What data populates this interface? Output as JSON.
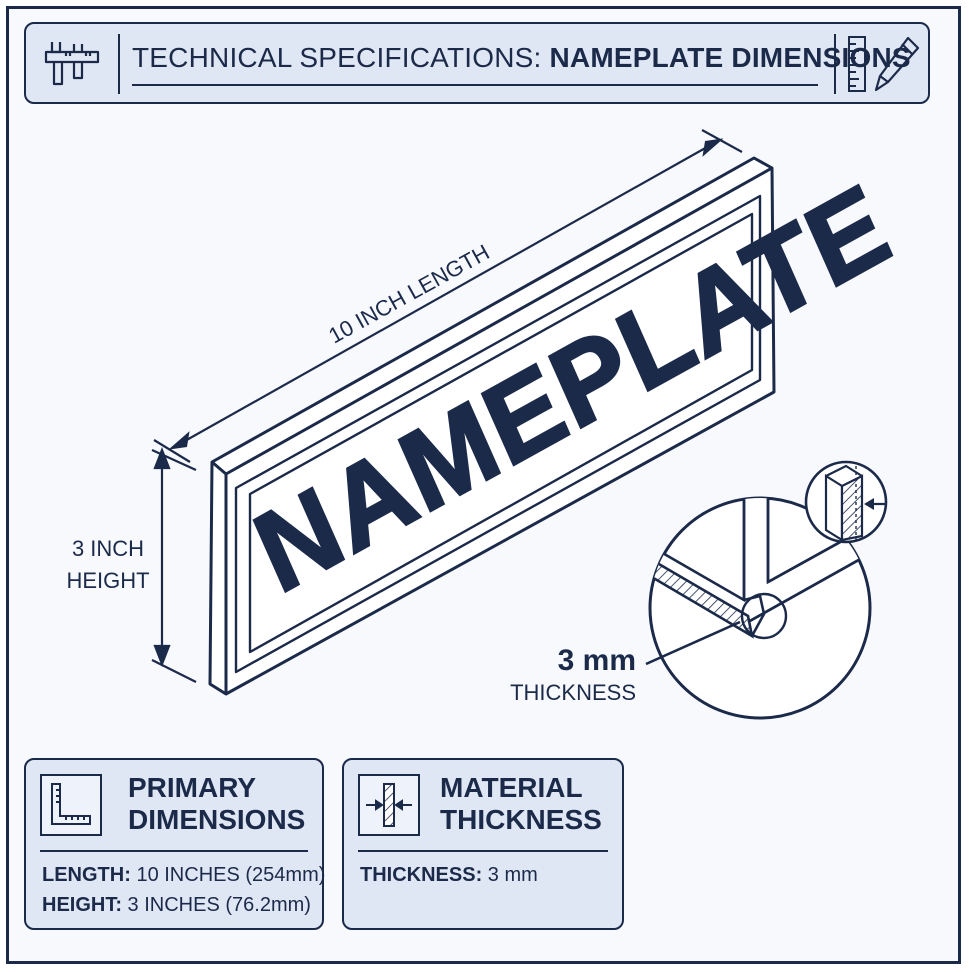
{
  "header": {
    "title_regular": "TECHNICAL SPECIFICATIONS: ",
    "title_bold": "NAMEPLATE DIMENSIONS",
    "left_icon": "caliper-icon",
    "right_icons": [
      "ruler-icon",
      "pencil-icon"
    ]
  },
  "diagram": {
    "plate_text": "NAMEPLATE",
    "length_label": "10 INCH LENGTH",
    "height_label_line1": "3 INCH",
    "height_label_line2": "HEIGHT",
    "thickness_value": "3 mm",
    "thickness_label": "THICKNESS"
  },
  "cards": {
    "primary": {
      "icon": "set-square-icon",
      "title_line1": "PRIMARY",
      "title_line2": "DIMENSIONS",
      "length_key": "LENGTH:",
      "length_value": " 10 INCHES (254mm)",
      "height_key": "HEIGHT:",
      "height_value": " 3 INCHES (76.2mm)"
    },
    "material": {
      "icon": "thickness-gauge-icon",
      "title_line1": "MATERIAL",
      "title_line2": "THICKNESS",
      "thickness_key": "THICKNESS:",
      "thickness_value": " 3 mm"
    }
  },
  "colors": {
    "ink": "#1c2a4a",
    "panel": "#dfe6f4",
    "background": "#f7f9fd"
  }
}
